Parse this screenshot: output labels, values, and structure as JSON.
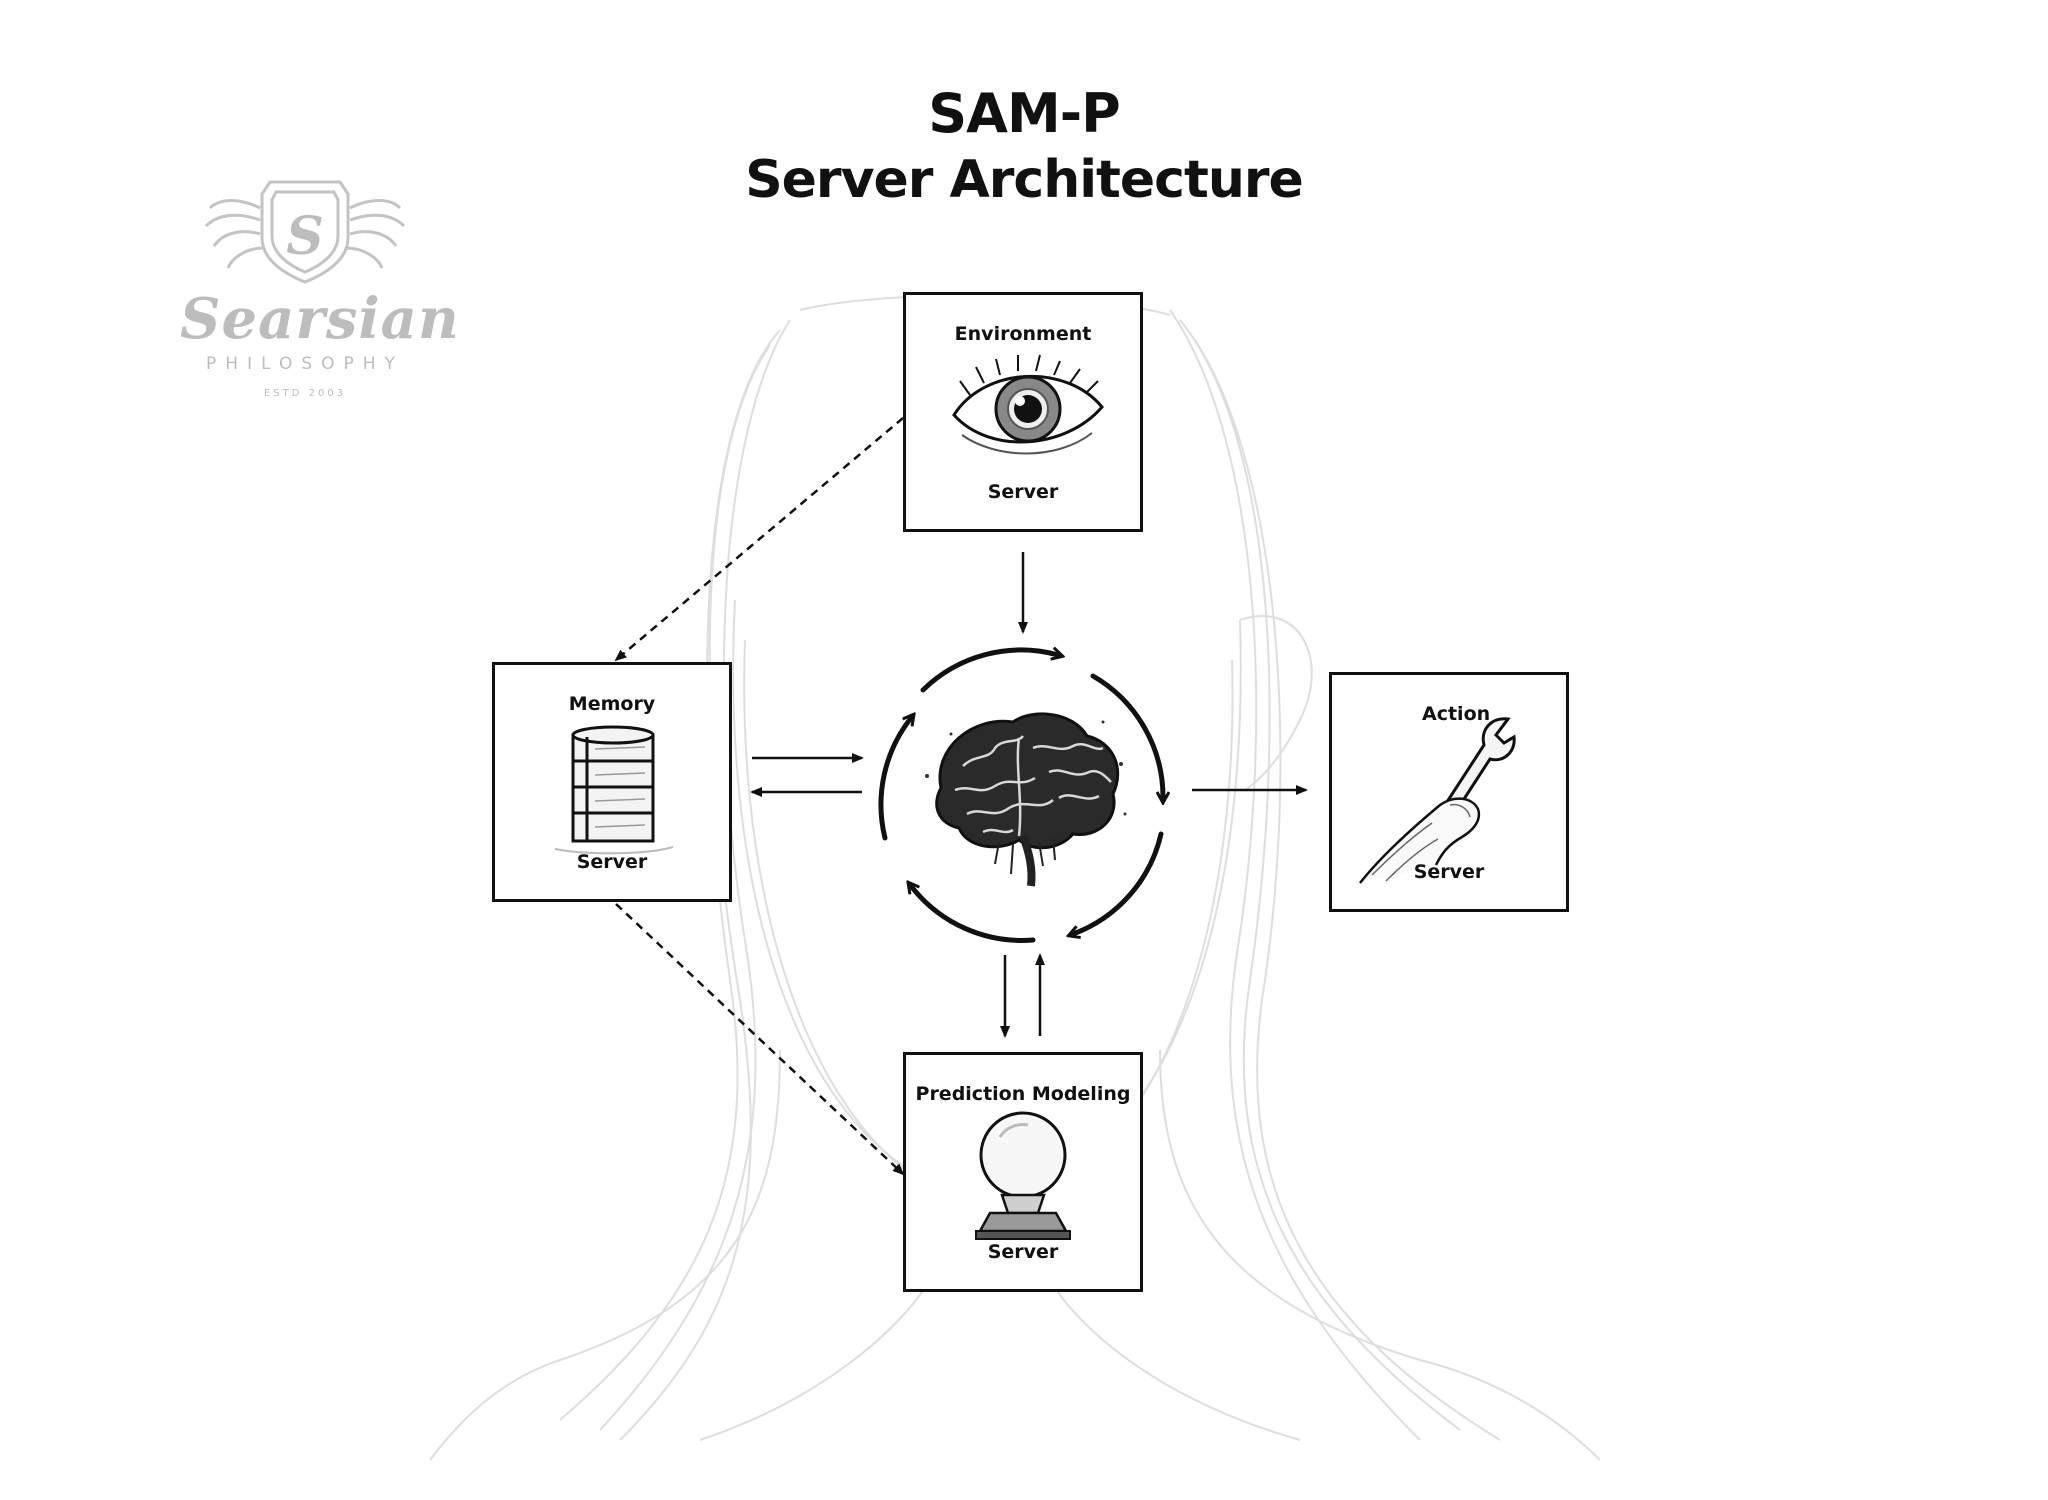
{
  "title": {
    "line1": "SAM-P",
    "line2": "Server Architecture"
  },
  "logo": {
    "name": "Searsian",
    "tagline": "PHILOSOPHY",
    "established": "ESTD 2003",
    "monogram": "S"
  },
  "nodes": {
    "environment": {
      "label": "Environment",
      "sublabel": "Server",
      "icon": "eye-icon"
    },
    "memory": {
      "label": "Memory",
      "sublabel": "Server",
      "icon": "database-icon"
    },
    "action": {
      "label": "Action",
      "sublabel": "Server",
      "icon": "wrench-icon"
    },
    "prediction": {
      "label": "Prediction Modeling",
      "sublabel": "Server",
      "icon": "crystal-ball-icon"
    }
  },
  "core": {
    "icon": "brain-icon"
  },
  "colors": {
    "ink": "#111111",
    "sketch": "#dcdcdc",
    "logo": "#bdbdbd"
  }
}
